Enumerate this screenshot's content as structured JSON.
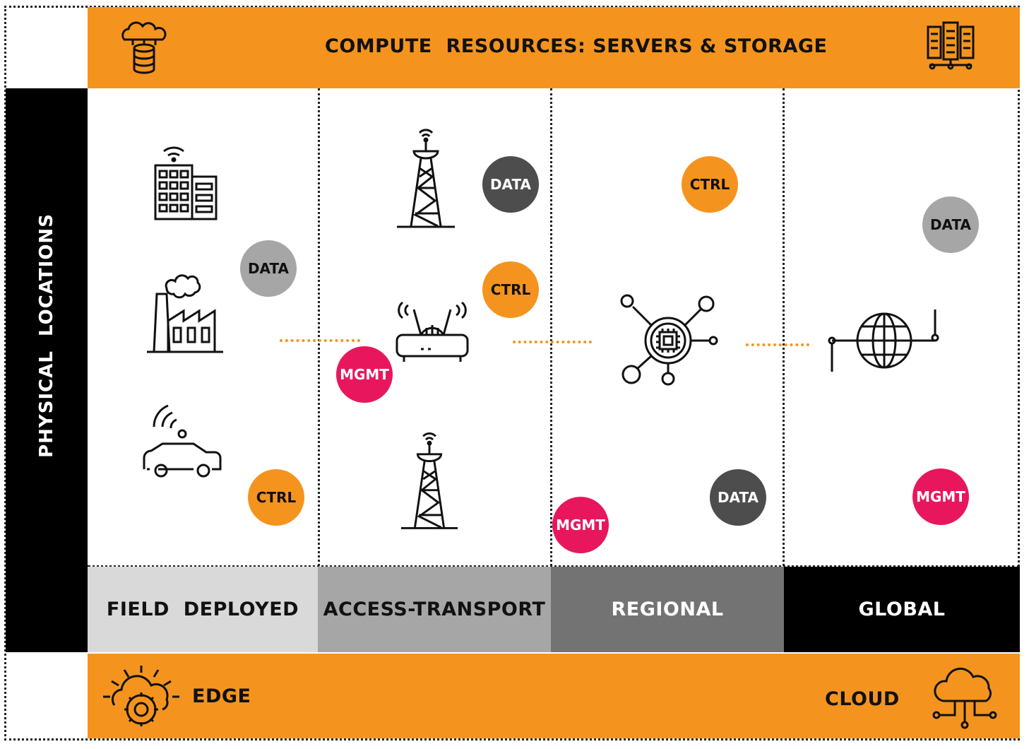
{
  "header": {
    "title": "COMPUTE  RESOURCES: SERVERS & STORAGE",
    "left_icon": "cloud-database-icon",
    "right_icon": "server-rack-icon"
  },
  "side": {
    "label": "PHYSICAL  LOCATIONS"
  },
  "tiers": [
    {
      "label": "FIELD  DEPLOYED",
      "bg": "#d9d9d9",
      "color": "#111111"
    },
    {
      "label": "ACCESS-TRANSPORT",
      "bg": "#a6a6a6",
      "color": "#111111"
    },
    {
      "label": "REGIONAL",
      "bg": "#737373",
      "color": "#ffffff"
    },
    {
      "label": "GLOBAL",
      "bg": "#000000",
      "color": "#ffffff"
    }
  ],
  "footer": {
    "left_label": "EDGE",
    "right_label": "CLOUD",
    "left_icon": "sun-cloud-gear-icon",
    "right_icon": "cloud-network-icon"
  },
  "badges": {
    "field_data": "DATA",
    "field_ctrl": "CTRL",
    "access_data": "DATA",
    "access_ctrl": "CTRL",
    "access_mgmt": "MGMT",
    "regional_ctrl": "CTRL",
    "regional_data": "DATA",
    "regional_mgmt": "MGMT",
    "global_data": "DATA",
    "global_mgmt": "MGMT"
  },
  "colors": {
    "accent": "#f4941f",
    "mgmt": "#e8175d",
    "data_dark": "#4d4d4d",
    "data_light": "#a6a6a6"
  }
}
